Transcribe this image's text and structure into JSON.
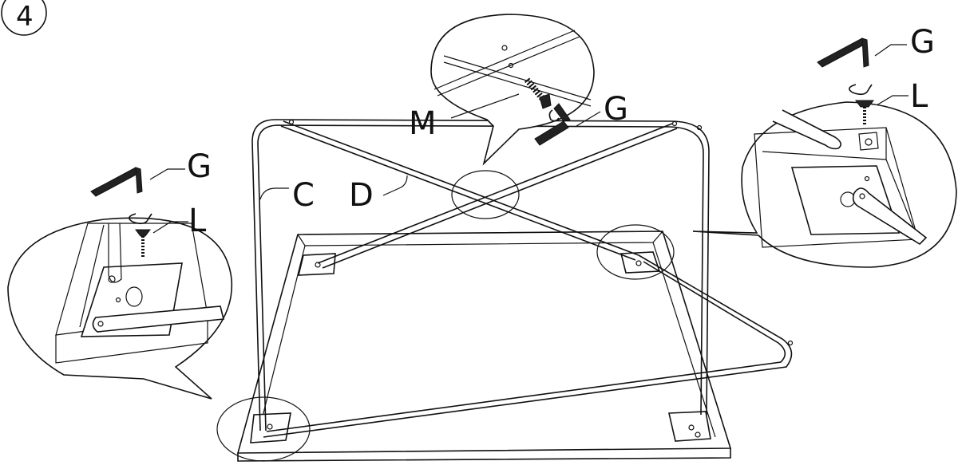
{
  "step_number": "4",
  "labels": {
    "hex_key": "G",
    "screw": "L",
    "bolt": "M",
    "side_frame": "C",
    "cross_bar": "D"
  }
}
